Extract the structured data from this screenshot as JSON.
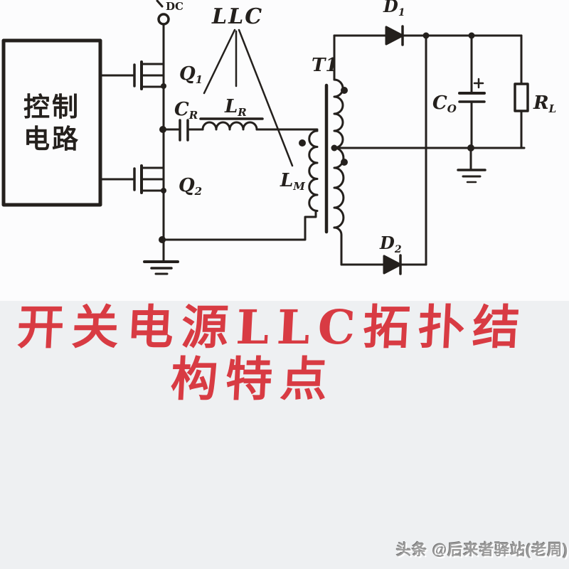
{
  "colors": {
    "accent_red": "#d83b43",
    "ink": "#24201d",
    "canvas_white": "#fcfcfd",
    "page_bg": "#eef0f2",
    "watermark_gray": "#9b9b9b"
  },
  "title": {
    "line1": "开关电源LLC拓扑结",
    "line2": "构特点"
  },
  "watermark": {
    "text": "头条 @后来者驿站(老周)"
  },
  "circuit": {
    "source_label": "DC",
    "resonant_tag": "LLC",
    "transformer_label": "T1",
    "control_box": {
      "line1": "控制",
      "line2": "电路"
    },
    "labels": {
      "q1": {
        "main": "Q",
        "sub": "1"
      },
      "q2": {
        "main": "Q",
        "sub": "2"
      },
      "cr": {
        "main": "C",
        "sub": "R"
      },
      "lr": {
        "main": "L",
        "sub": "R"
      },
      "lm": {
        "main": "L",
        "sub": "M"
      },
      "d1": {
        "main": "D",
        "sub": "1"
      },
      "d2": {
        "main": "D",
        "sub": "2"
      },
      "co": {
        "main": "C",
        "sub": "O"
      },
      "rl": {
        "main": "R",
        "sub": "L"
      }
    }
  }
}
